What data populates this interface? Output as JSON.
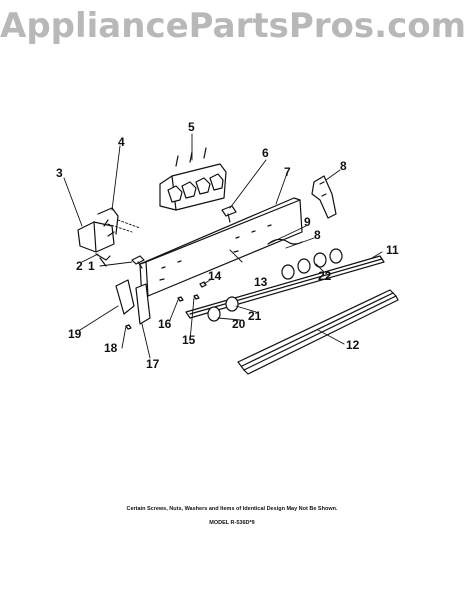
{
  "watermark": "AppliancePartsPros.com",
  "callouts": [
    "1",
    "2",
    "3",
    "4",
    "5",
    "6",
    "7",
    "8",
    "8",
    "9",
    "11",
    "12",
    "13",
    "14",
    "15",
    "16",
    "17",
    "18",
    "19",
    "20",
    "21",
    "22"
  ],
  "footnote": "Certain Screws, Nuts, Washers and Items of Identical Design May Not Be Shown.",
  "model": "MODEL R-536D*9"
}
